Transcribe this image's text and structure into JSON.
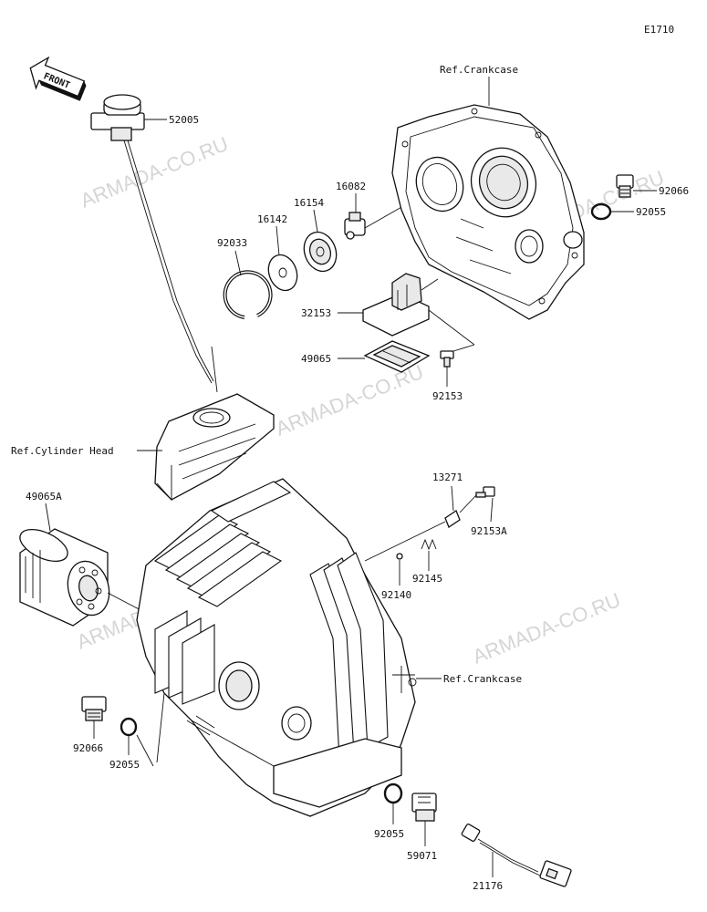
{
  "diagram_code": "E1710",
  "front_marker": "FRONT",
  "watermark": "ARMADA-CO.RU",
  "parts": [
    {
      "id": "52005",
      "label": "52005"
    },
    {
      "id": "92033",
      "label": "92033"
    },
    {
      "id": "16142",
      "label": "16142"
    },
    {
      "id": "16154",
      "label": "16154"
    },
    {
      "id": "16082",
      "label": "16082"
    },
    {
      "id": "92066_top",
      "label": "92066"
    },
    {
      "id": "92055_top",
      "label": "92055"
    },
    {
      "id": "32153",
      "label": "32153"
    },
    {
      "id": "49065",
      "label": "49065"
    },
    {
      "id": "92153",
      "label": "92153"
    },
    {
      "id": "49065A",
      "label": "49065A"
    },
    {
      "id": "13271",
      "label": "13271"
    },
    {
      "id": "92153A",
      "label": "92153A"
    },
    {
      "id": "92145",
      "label": "92145"
    },
    {
      "id": "92140",
      "label": "92140"
    },
    {
      "id": "92066_bot",
      "label": "92066"
    },
    {
      "id": "92055_left",
      "label": "92055"
    },
    {
      "id": "92055_bot",
      "label": "92055"
    },
    {
      "id": "59071",
      "label": "59071"
    },
    {
      "id": "21176",
      "label": "21176"
    }
  ],
  "references": {
    "crankcase_top": "Ref.Crankcase",
    "cylinder_head": "Ref.Cylinder Head",
    "crankcase_mid": "Ref.Crankcase"
  }
}
